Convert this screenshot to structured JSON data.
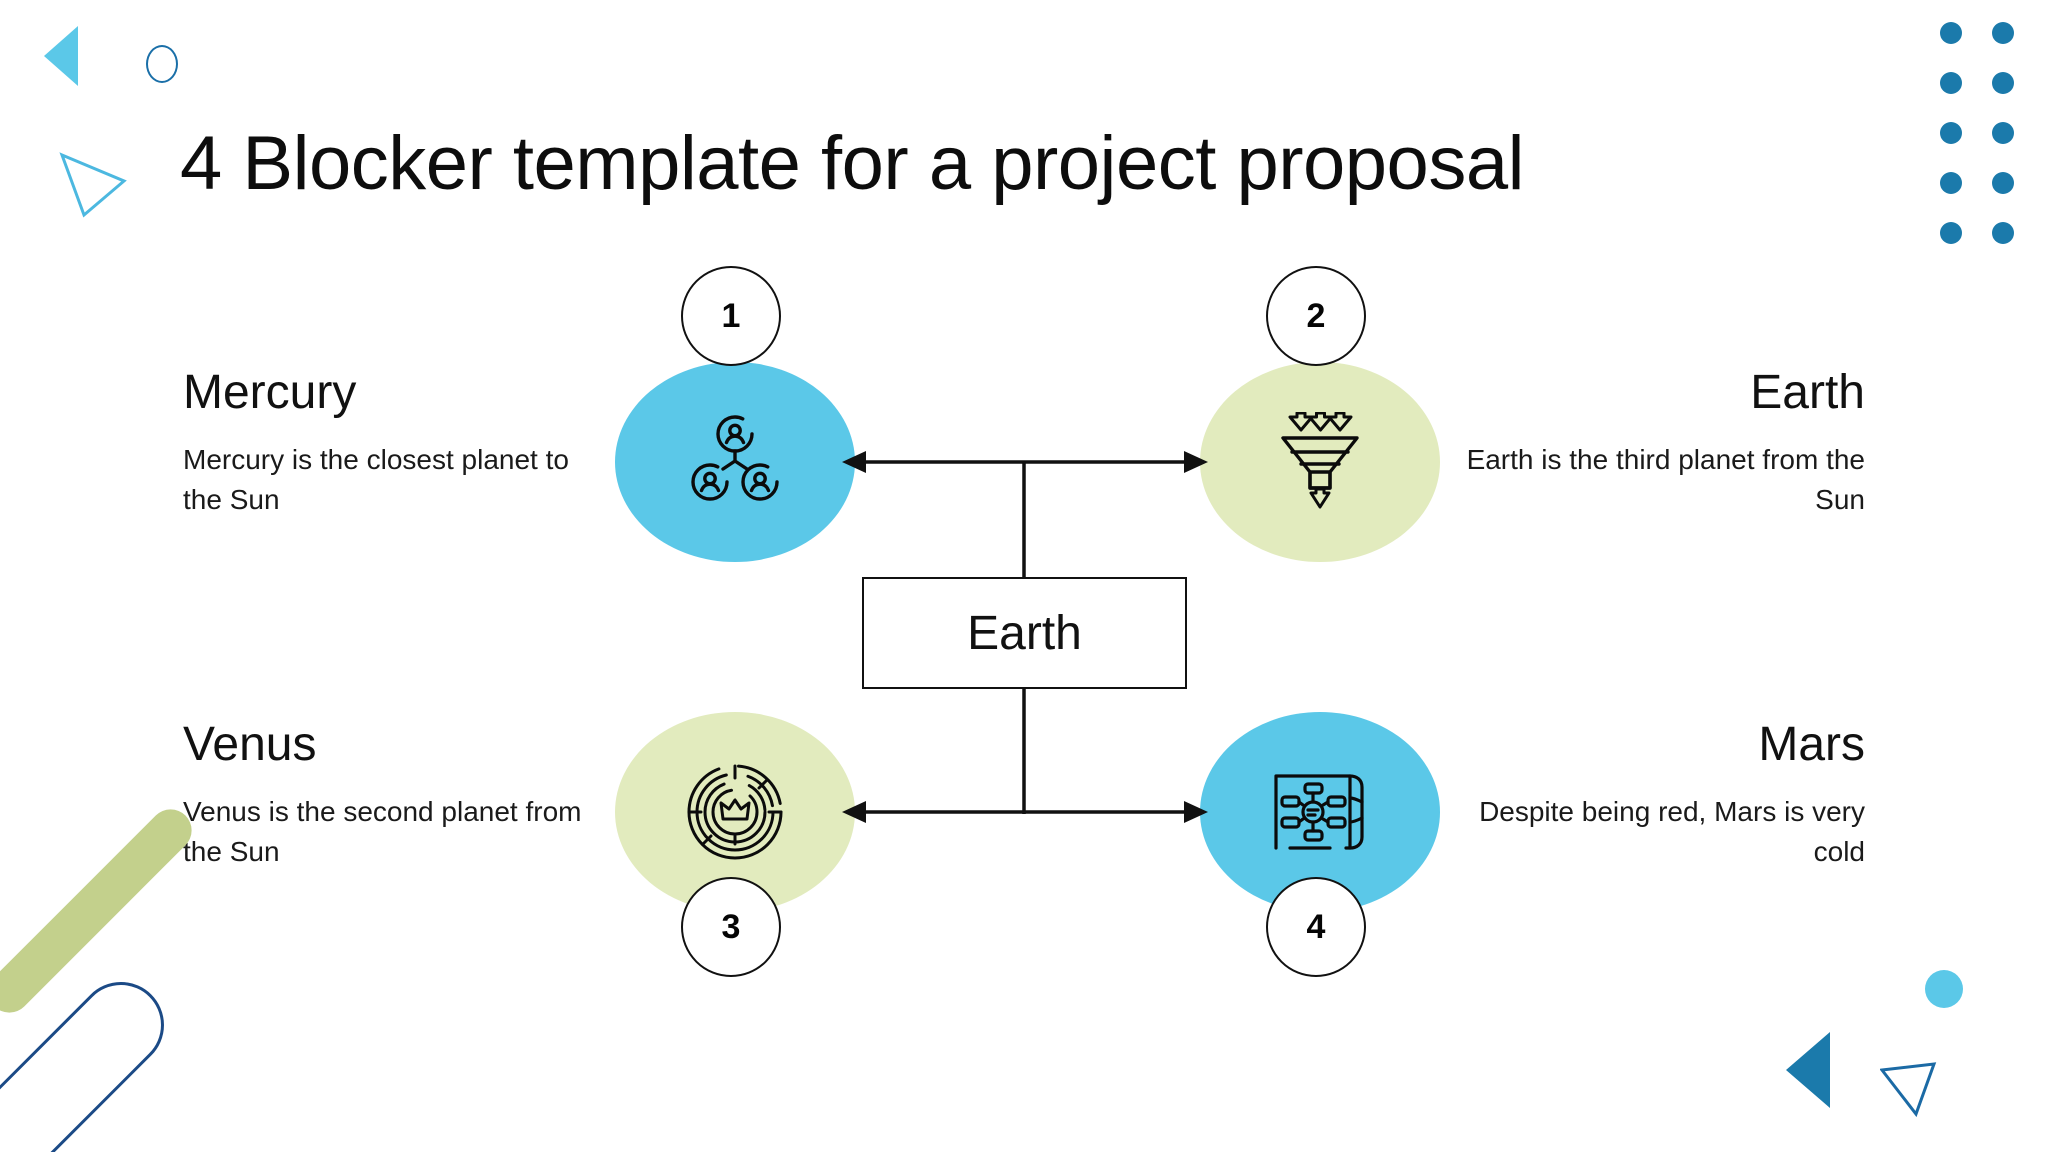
{
  "page": {
    "title": "4 Blocker template for a project proposal",
    "background_color": "#ffffff"
  },
  "colors": {
    "cyan": "#5bc8e8",
    "olive": "#e2ebbe",
    "olive_bar": "#c3d08c",
    "deep_blue": "#1b7aab",
    "navy_outline": "#1b4a86",
    "line": "#111111",
    "text": "#111111"
  },
  "center": {
    "label": "Earth"
  },
  "quadrants": [
    {
      "number": "1",
      "name": "Mercury",
      "description": "Mercury is the closest planet to the Sun",
      "blob_color": "#5bc8e8",
      "icon": "team-network-icon",
      "position": "top-left",
      "text_align": "left"
    },
    {
      "number": "2",
      "name": "Earth",
      "description": "Earth is the third planet from the Sun",
      "blob_color": "#e2ebbe",
      "icon": "funnel-filter-icon",
      "position": "top-right",
      "text_align": "right"
    },
    {
      "number": "3",
      "name": "Venus",
      "description": "Venus is the second planet from the Sun",
      "blob_color": "#e2ebbe",
      "icon": "maze-crown-icon",
      "position": "bottom-left",
      "text_align": "left"
    },
    {
      "number": "4",
      "name": "Mars",
      "description": "Despite being red, Mars is very cold",
      "blob_color": "#5bc8e8",
      "icon": "mind-map-document-icon",
      "position": "bottom-right",
      "text_align": "right"
    }
  ],
  "decorations": {
    "top_left_triangle": "triangle-left-solid-icon",
    "top_left_circle": "circle-outline-icon",
    "title_triangle": "triangle-right-outline-icon",
    "dot_grid": {
      "columns": 2,
      "rows": 5,
      "color": "#1b7aab"
    },
    "bottom_left_bar": "rounded-bar-olive-icon",
    "bottom_left_pill": "pill-outline-navy-icon",
    "bottom_right_dot": "circle-solid-cyan-icon",
    "bottom_right_triangle": "triangle-left-solid-dark-icon",
    "bottom_right_triangle_outline": "triangle-down-outline-icon"
  }
}
